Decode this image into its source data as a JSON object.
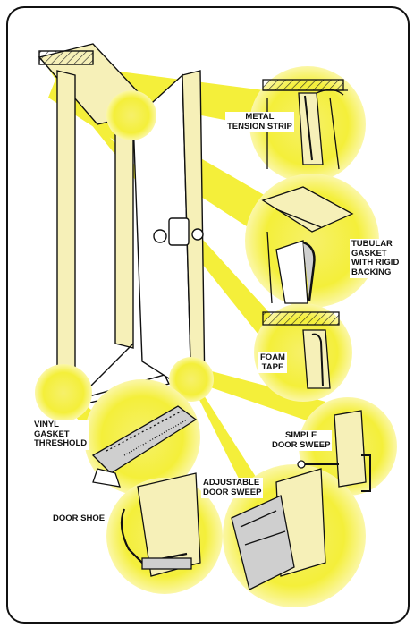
{
  "labels": {
    "metal_tension_strip": "METAL\nTENSION STRIP",
    "tubular_gasket": "TUBULAR\nGASKET\nWITH RIGID\nBACKING",
    "foam_tape": "FOAM\nTAPE",
    "vinyl_gasket_threshold": "VINYL\nGASKET\nTHRESHOLD",
    "simple_door_sweep": "SIMPLE\nDOOR SWEEP",
    "adjustable_door_sweep": "ADJUSTABLE\nDOOR SWEEP",
    "door_shoe": "DOOR SHOE"
  },
  "colors": {
    "highlight": "#f4ef3a",
    "glow": "#fbf7a8",
    "wood": "#f6f0b8",
    "ink": "#111111",
    "metal": "#cfcfcf"
  }
}
